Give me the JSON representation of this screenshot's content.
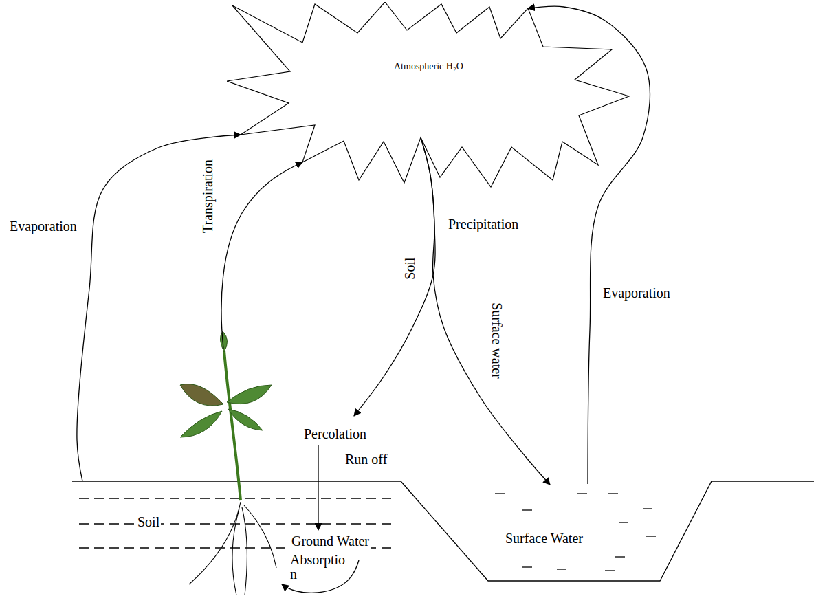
{
  "diagram": {
    "nodes": [
      {
        "text": [
          "Atmospheric H₂O"
        ]
      },
      {
        "text": [
          "Soil"
        ]
      },
      {
        "text": [
          "Ground Water"
        ]
      },
      {
        "text": [
          "Surface Water"
        ]
      }
    ],
    "edges": [
      {
        "from": 1,
        "to": 0,
        "label": "Evaporation",
        "arrow": "to"
      },
      {
        "from": 0,
        "to": 1,
        "label": "Soil",
        "arrow": "to"
      },
      {
        "from": 0,
        "to": 3,
        "label": "Surface water",
        "arrow": "to"
      },
      {
        "from": 3,
        "to": 0,
        "label": "Evaporation",
        "arrow": "to"
      }
    ],
    "labels": [
      "Precipitation",
      "Transpiration",
      "Percolation",
      "Run off",
      "Absorptio",
      "n"
    ]
  }
}
